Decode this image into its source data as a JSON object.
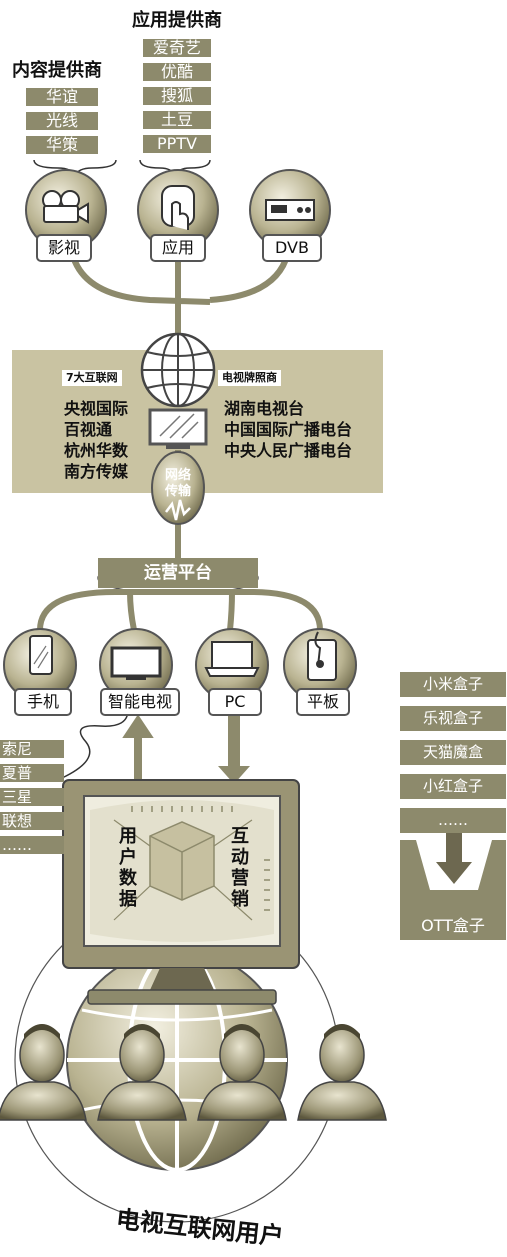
{
  "app_provider": {
    "title": "应用提供商",
    "items": [
      "爱奇艺",
      "优酷",
      "搜狐",
      "土豆",
      "PPTV"
    ]
  },
  "content_provider": {
    "title": "内容提供商",
    "items": [
      "华谊",
      "光线",
      "华策"
    ]
  },
  "source_nodes": {
    "film": "影视",
    "app": "应用",
    "dvb": "DVB"
  },
  "license_panel": {
    "left_tag": "7大互联网",
    "right_tag": "电视牌照商",
    "left_items": [
      "央视国际",
      "百视通",
      "杭州华数",
      "南方传媒"
    ],
    "right_items": [
      "湖南电视台",
      "中国国际广播电台",
      "中央人民广播电台"
    ]
  },
  "network": {
    "line1": "网络",
    "line2": "传输"
  },
  "platform": "运营平台",
  "devices": {
    "phone": "手机",
    "smart_tv": "智能电视",
    "pc": "PC",
    "tablet": "平板"
  },
  "tv_brands": [
    "索尼",
    "夏普",
    "三星",
    "联想",
    "……"
  ],
  "monitor": {
    "left": "用户数据",
    "right": "互动营销"
  },
  "ott": {
    "items": [
      "小米盒子",
      "乐视盒子",
      "天猫魔盒",
      "小红盒子",
      "……"
    ],
    "label": "OTT盒子"
  },
  "footer_title": "电视互联网用户",
  "colors": {
    "olive": "#8d8a6c",
    "olive_light": "#c8c19e",
    "panel": "#c9c3a2",
    "dark": "#555038"
  }
}
